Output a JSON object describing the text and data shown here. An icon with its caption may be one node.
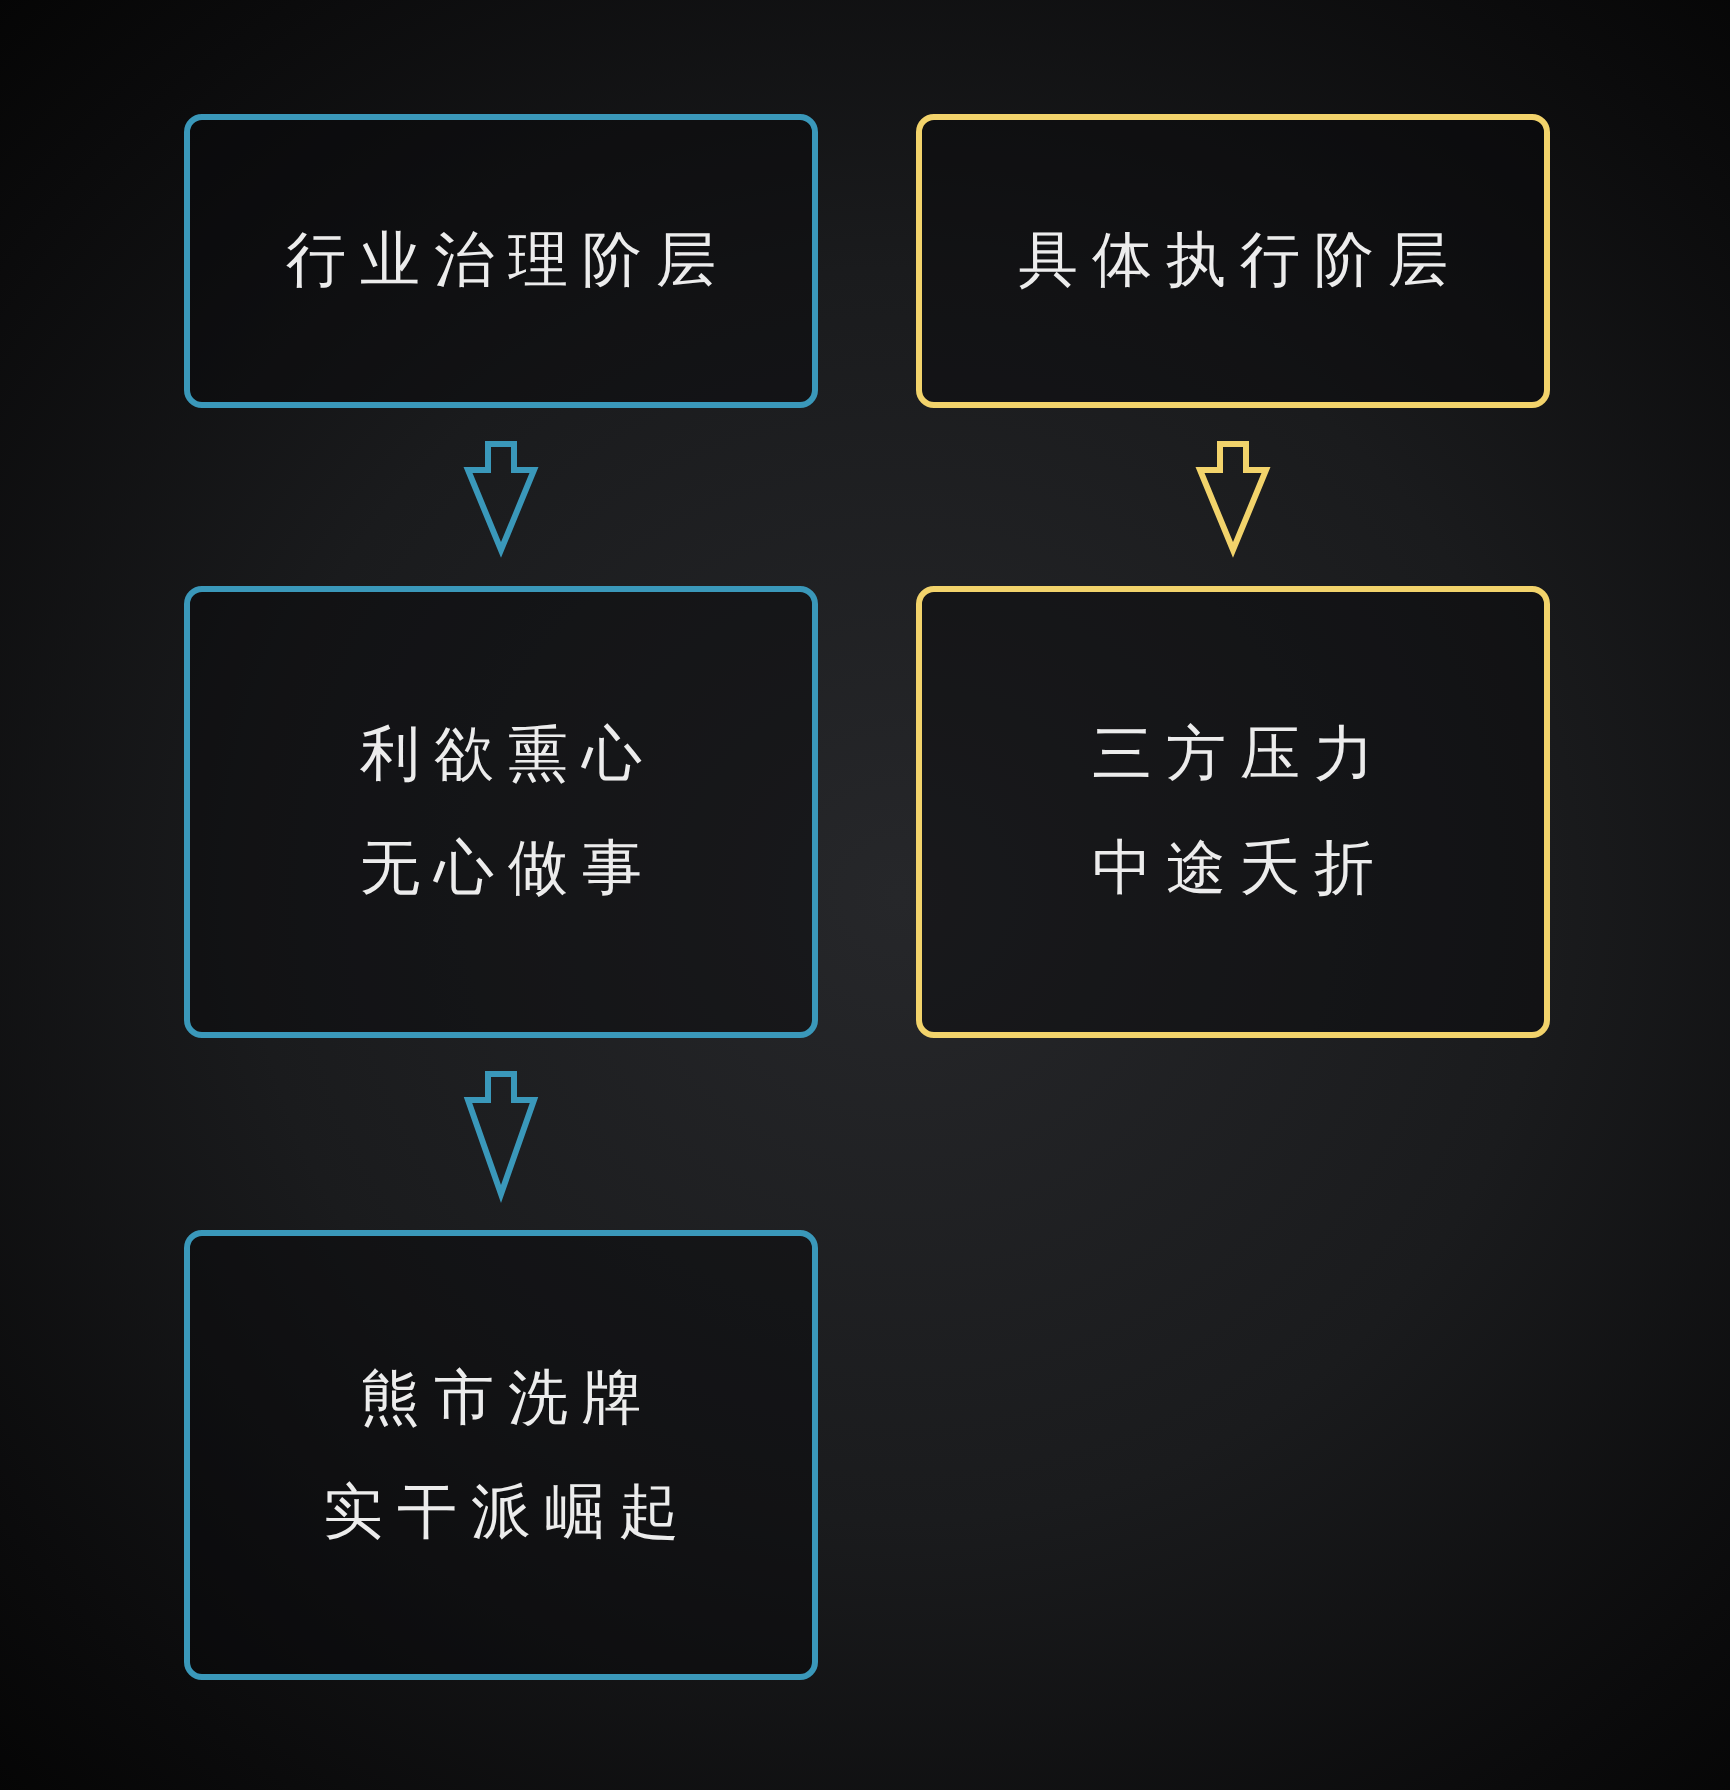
{
  "diagram": {
    "nodes": [
      {
        "text": [
          "行业治理阶层"
        ]
      },
      {
        "text": [
          "具体执行阶层"
        ]
      },
      {
        "text": [
          "利欲熏心",
          "无心做事"
        ]
      },
      {
        "text": [
          "三方压力",
          "中途夭折"
        ]
      },
      {
        "text": [
          "熊市洗牌",
          "实干派崛起"
        ]
      }
    ],
    "edges": [
      {
        "from": 0,
        "to": 2,
        "arrow": "to"
      },
      {
        "from": 1,
        "to": 3,
        "arrow": "to",
        "color": "#f2d36b"
      },
      {
        "from": 2,
        "to": 4,
        "arrow": "to"
      }
    ]
  }
}
